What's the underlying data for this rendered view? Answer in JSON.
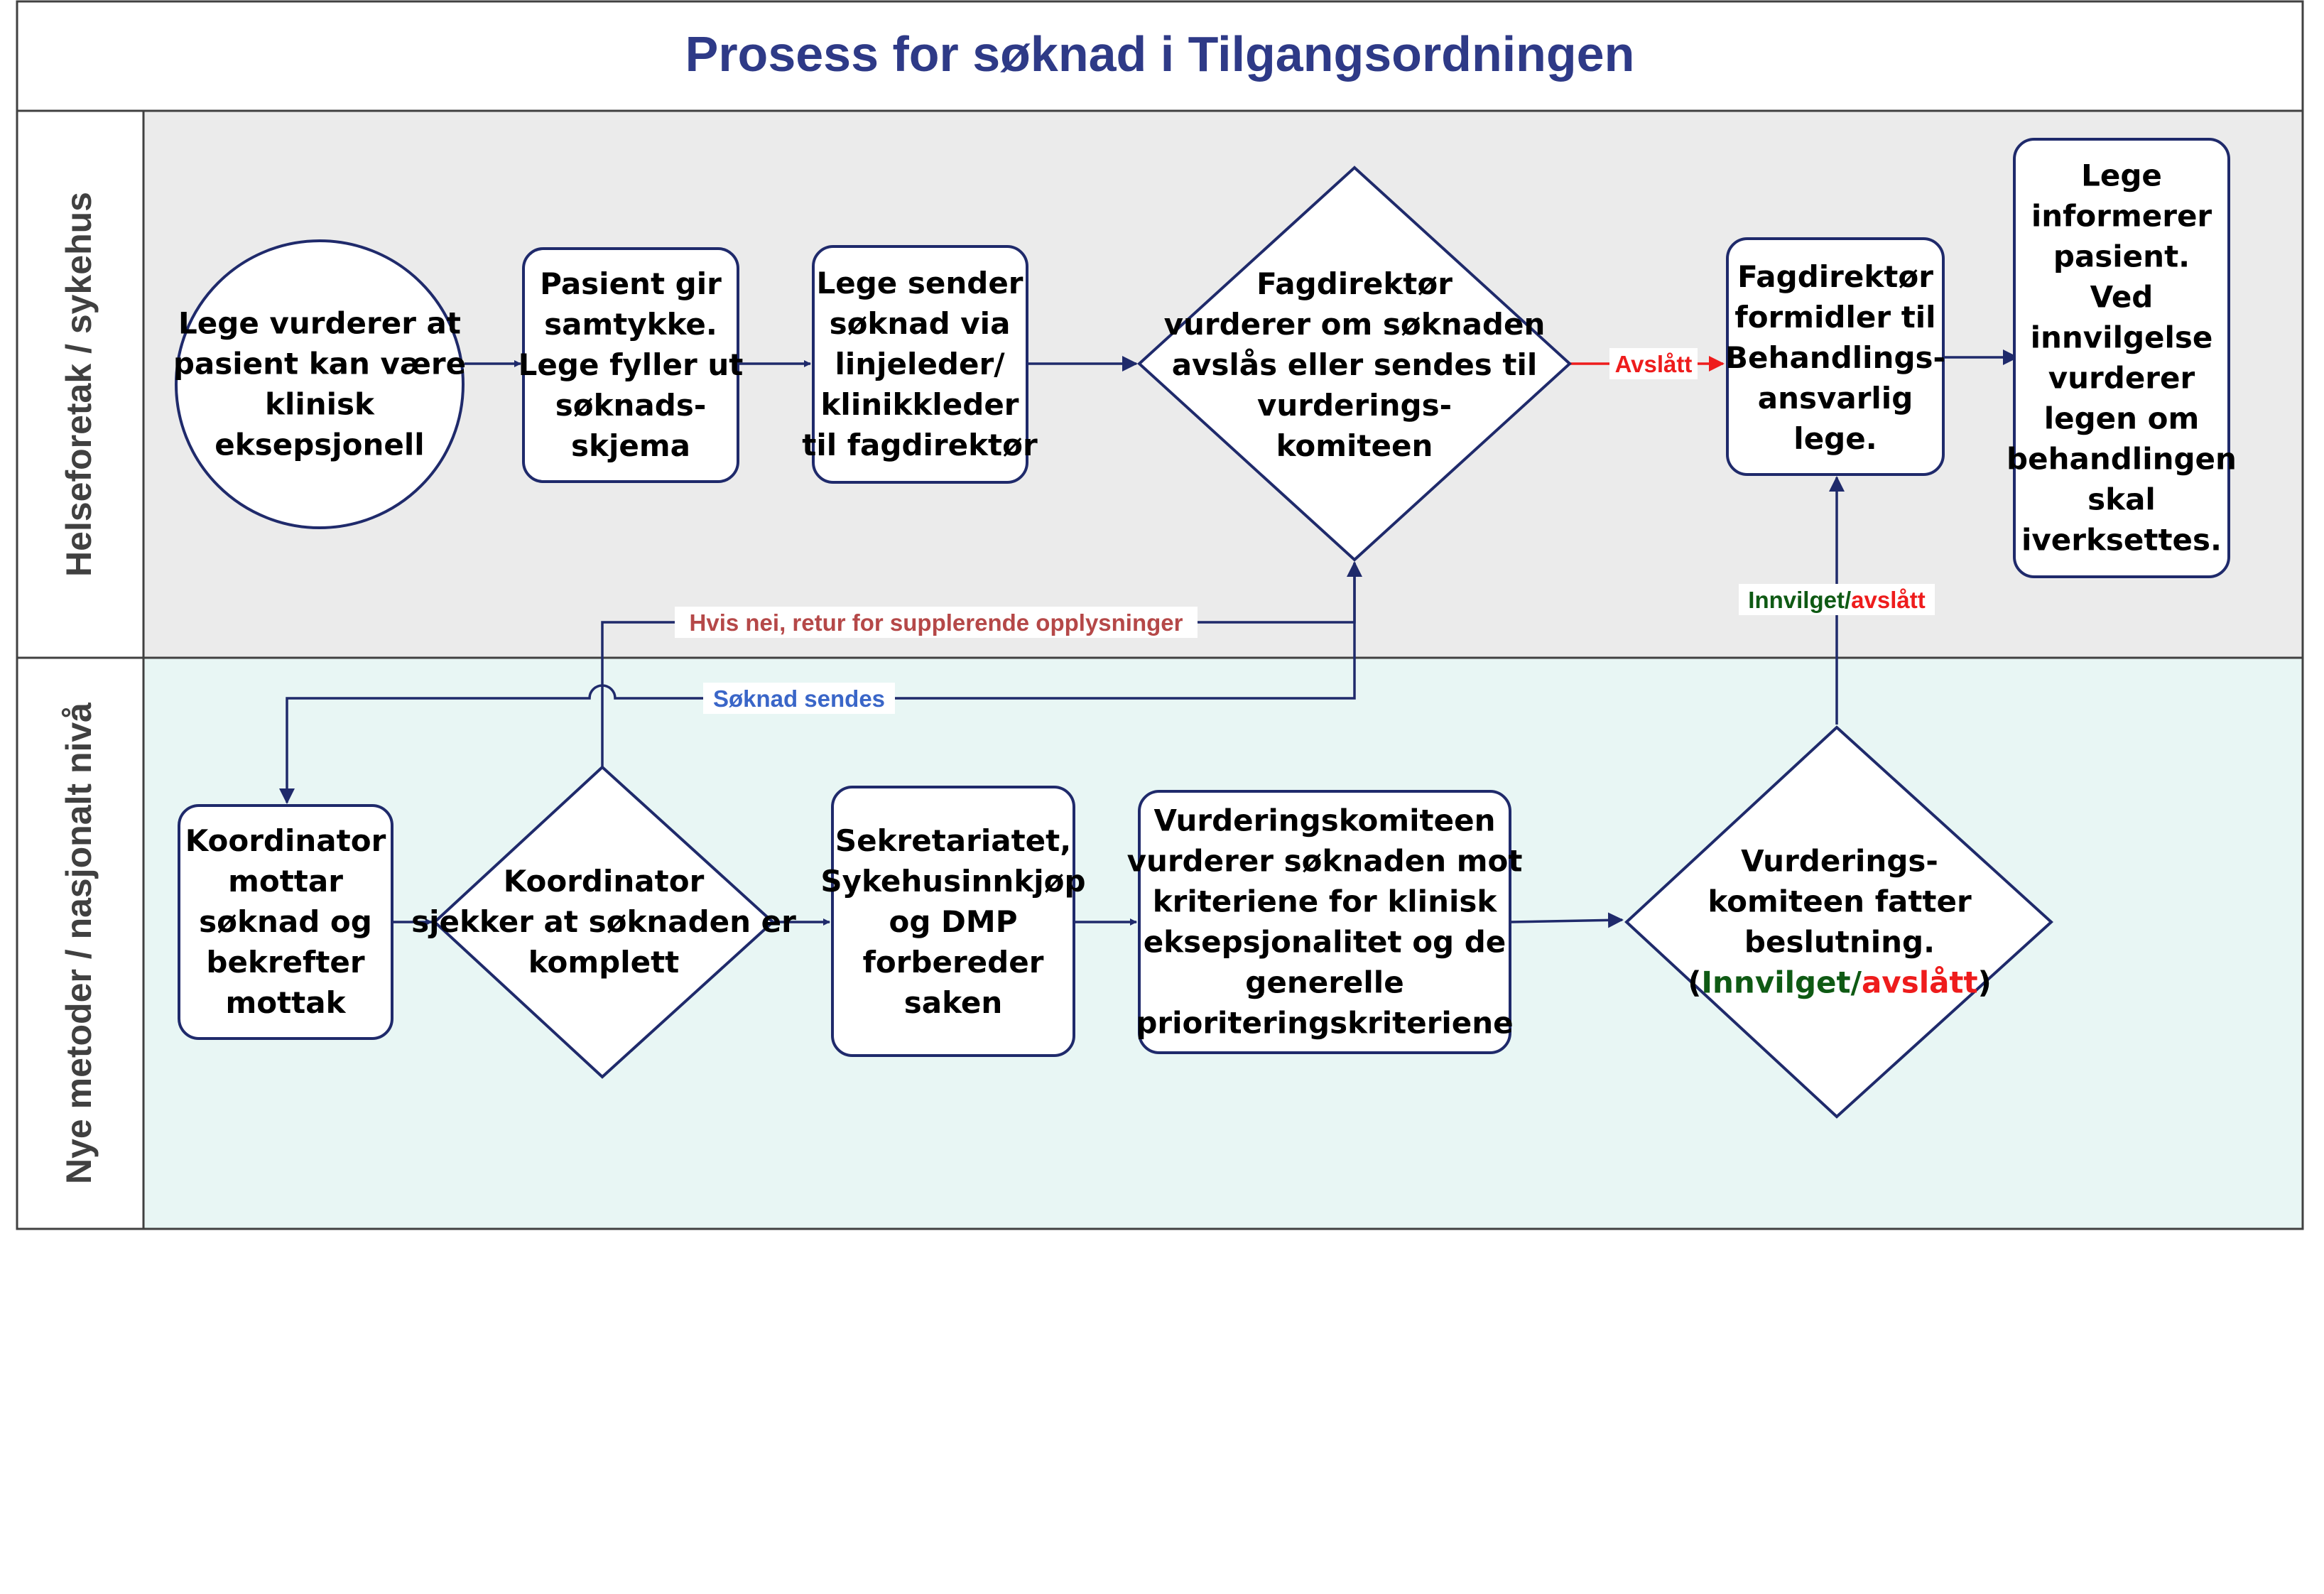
{
  "title": "Prosess for søknad i Tilgangsordningen",
  "colors": {
    "title": "#2e3a87",
    "lane_top_bg": "#ebebeb",
    "lane_bottom_bg": "#e8f6f4",
    "node_stroke": "#1f2a6b",
    "arrow": "#1f2a6b",
    "label_red": "#ee1c1c",
    "label_green": "#0f5a14",
    "label_blue": "#3a66c8",
    "label_brown": "#b54848"
  },
  "lanes": [
    {
      "id": "lane-helseforetak",
      "label": "Helseforetak / sykehus"
    },
    {
      "id": "lane-nasjonalt",
      "label": "Nye metoder / nasjonalt nivå"
    }
  ],
  "nodes": {
    "n1": {
      "lines": [
        "Lege vurderer at",
        "pasient kan være",
        "klinisk",
        "eksepsjonell"
      ]
    },
    "n2": {
      "lines": [
        "Pasient gir",
        "samtykke.",
        "Lege fyller ut",
        "søknads-",
        "skjema"
      ]
    },
    "n3": {
      "lines": [
        "Lege sender",
        "søknad via",
        "linjeleder/",
        "klinikkleder",
        "til fagdirektør"
      ]
    },
    "n4": {
      "lines": [
        "Fagdirektør",
        "vurderer om søknaden",
        "avslås eller sendes til",
        "vurderings-",
        "komiteen"
      ]
    },
    "n5": {
      "lines": [
        "Fagdirektør",
        "formidler til",
        "Behandlings-",
        "ansvarlig",
        "lege."
      ]
    },
    "n6": {
      "lines": [
        "Lege",
        "informerer",
        "pasient.",
        "Ved",
        "innvilgelse",
        "vurderer",
        "legen om",
        "behandlingen",
        "skal",
        "iverksettes."
      ]
    },
    "n7": {
      "lines": [
        "Koordinator",
        "mottar",
        "søknad og",
        "bekrefter",
        "mottak"
      ]
    },
    "n8": {
      "lines": [
        "Koordinator",
        "sjekker at søknaden er",
        "komplett"
      ]
    },
    "n9": {
      "lines": [
        "Sekretariatet,",
        "Sykehusinnkjøp",
        "og DMP",
        "forbereder",
        "saken"
      ]
    },
    "n10": {
      "lines": [
        "Vurderingskomiteen",
        "vurderer søknaden mot",
        "kriteriene for klinisk",
        "eksepsjonalitet og de",
        "generelle",
        "prioriteringskriteriene"
      ]
    },
    "n11": {
      "lines": [
        "Vurderings-",
        "komiteen fatter",
        "beslutning."
      ],
      "decision": {
        "open": "(",
        "approved": "Innvilget",
        "sep": "/",
        "rejected": "avslått",
        "close": ")"
      }
    }
  },
  "edge_labels": {
    "rejected": "Avslått",
    "return": "Hvis nei, retur for supplerende opplysninger",
    "sent": "Søknad sendes",
    "decision_approved": "Innvilget",
    "decision_sep": "/",
    "decision_rejected": "avslått"
  }
}
